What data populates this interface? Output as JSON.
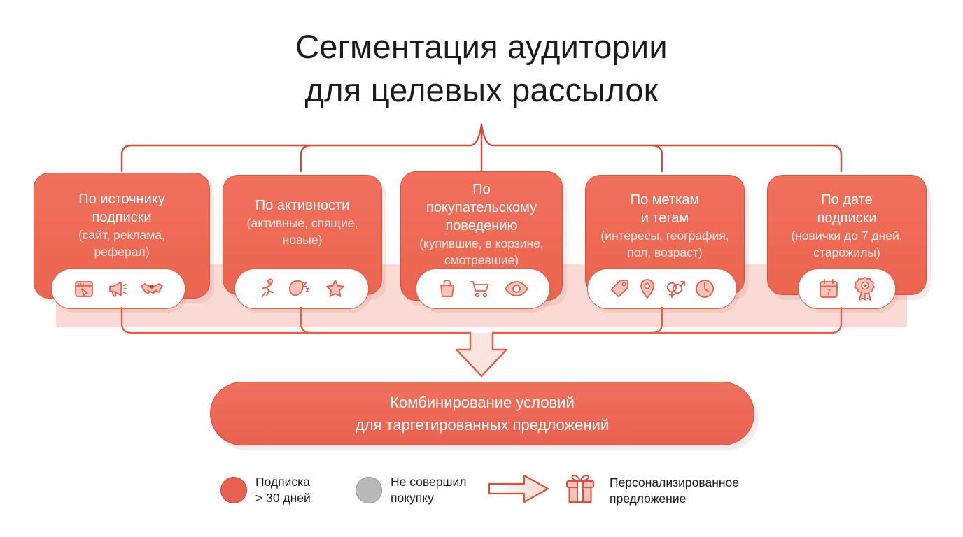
{
  "title": {
    "line1": "Сегментация аудитории",
    "line2": "для целевых рассылок"
  },
  "cards": [
    {
      "name": "source",
      "lines": [
        {
          "text": "По источнику",
          "style": "big"
        },
        {
          "text": "подписки",
          "style": "big"
        },
        {
          "text": "(сайт, реклама,",
          "style": "small"
        },
        {
          "text": "реферал)",
          "style": "small"
        }
      ],
      "icons": [
        "browser-cursor-icon",
        "megaphone-icon",
        "handshake-icon"
      ]
    },
    {
      "name": "activity",
      "lines": [
        {
          "text": "По активности",
          "style": "big"
        },
        {
          "text": "(активные, спящие,",
          "style": "small"
        },
        {
          "text": "новые)",
          "style": "small"
        }
      ],
      "icons": [
        "running-person-icon",
        "sleeping-moon-icon",
        "star-icon"
      ]
    },
    {
      "name": "purchase-behavior",
      "lines": [
        {
          "text": "По",
          "style": "big"
        },
        {
          "text": "покупательскому",
          "style": "big"
        },
        {
          "text": "поведению",
          "style": "big"
        },
        {
          "text": "(купившие, в корзине,",
          "style": "small"
        },
        {
          "text": "смотревшие)",
          "style": "small"
        }
      ],
      "icons": [
        "shopping-bag-icon",
        "shopping-cart-icon",
        "eye-icon"
      ]
    },
    {
      "name": "labels-tags",
      "lines": [
        {
          "text": "По меткам",
          "style": "big"
        },
        {
          "text": "и тегам",
          "style": "big"
        },
        {
          "text": "(интересы, география,",
          "style": "small"
        },
        {
          "text": "пол, возраст)",
          "style": "small"
        }
      ],
      "icons": [
        "tag-icon",
        "location-pin-icon",
        "gender-icon",
        "clock-icon"
      ]
    },
    {
      "name": "subscription-date",
      "lines": [
        {
          "text": "По дате",
          "style": "big"
        },
        {
          "text": "подписки",
          "style": "big"
        },
        {
          "text": "(новички до 7 дней,",
          "style": "small"
        },
        {
          "text": "старожилы)",
          "style": "small"
        }
      ],
      "icons": [
        "calendar-7-icon",
        "award-badge-icon"
      ]
    }
  ],
  "bottom_bar": {
    "line1": "Комбинирование условий",
    "line2": "для таргетированных предложений"
  },
  "legend": [
    {
      "name": "subscription-over-30-days",
      "icon": "red-dot-icon",
      "color": "#e8604e",
      "line1": "Подписка",
      "line2": "> 30 дней"
    },
    {
      "name": "no-purchase",
      "icon": "grey-dot-icon",
      "color": "#b5b5b5",
      "line1": "Не совершил",
      "line2": "покупку"
    },
    {
      "name": "personalized-offer",
      "icon": "gift-icon",
      "color": "#f7b3a6",
      "line1": "Персонализированное",
      "line2": "предложение"
    }
  ],
  "colors": {
    "card_fill": "#ef6f5e",
    "card_border": "#d9503d",
    "band": "#fbdad5",
    "icon_stroke": "#e0604c",
    "icon_fill": "#f9c3ba",
    "text_dark": "#1b1b1b"
  }
}
